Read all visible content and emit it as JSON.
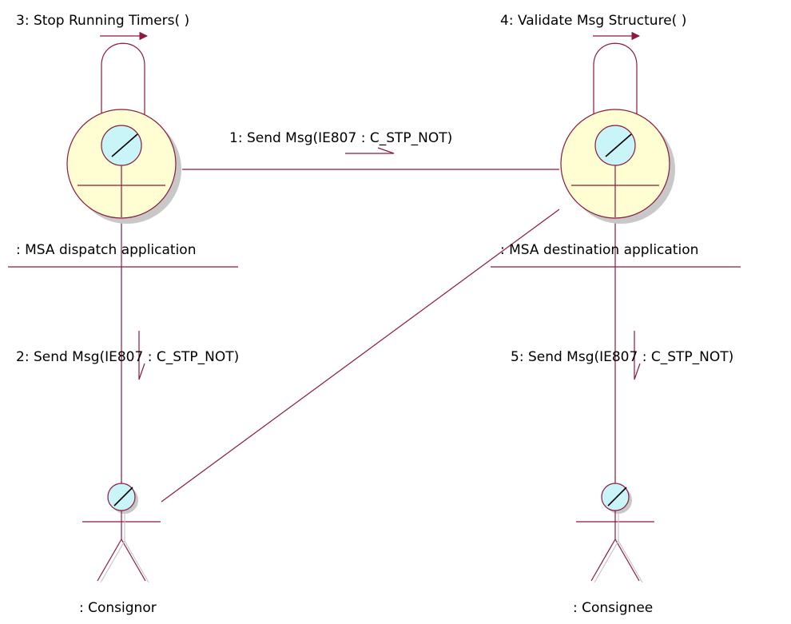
{
  "diagram": {
    "type": "UML collaboration diagram",
    "colors": {
      "line": "#8b1a3e",
      "lifeline_fill": "#fefed2",
      "lifeline_shadow": "#c8c8c8",
      "head_fill": "#c9f4f8",
      "arrowhead": "#8b1a3e"
    },
    "objects": [
      {
        "id": "dispatch",
        "label": ": MSA dispatch application",
        "kind": "control-boundary"
      },
      {
        "id": "destination",
        "label": ": MSA destination application",
        "kind": "control-boundary"
      },
      {
        "id": "consignor",
        "label": ": Consignor",
        "kind": "actor"
      },
      {
        "id": "consignee",
        "label": ": Consignee",
        "kind": "actor"
      }
    ],
    "links": [
      {
        "from": "dispatch",
        "to": "destination"
      },
      {
        "from": "dispatch",
        "to": "consignor"
      },
      {
        "from": "destination",
        "to": "consignor"
      },
      {
        "from": "destination",
        "to": "consignee"
      },
      {
        "from": "dispatch",
        "to": "dispatch",
        "self": true
      },
      {
        "from": "destination",
        "to": "destination",
        "self": true
      }
    ],
    "messages": [
      {
        "label": "1: Send Msg(IE807 : C_STP_NOT)",
        "direction": "right"
      },
      {
        "label": "2: Send Msg(IE807 : C_STP_NOT)",
        "direction": "down"
      },
      {
        "label": "3: Stop Running Timers( )",
        "direction": "right"
      },
      {
        "label": "4: Validate Msg Structure( )",
        "direction": "right"
      },
      {
        "label": "5: Send Msg(IE807 : C_STP_NOT)",
        "direction": "down"
      }
    ]
  }
}
